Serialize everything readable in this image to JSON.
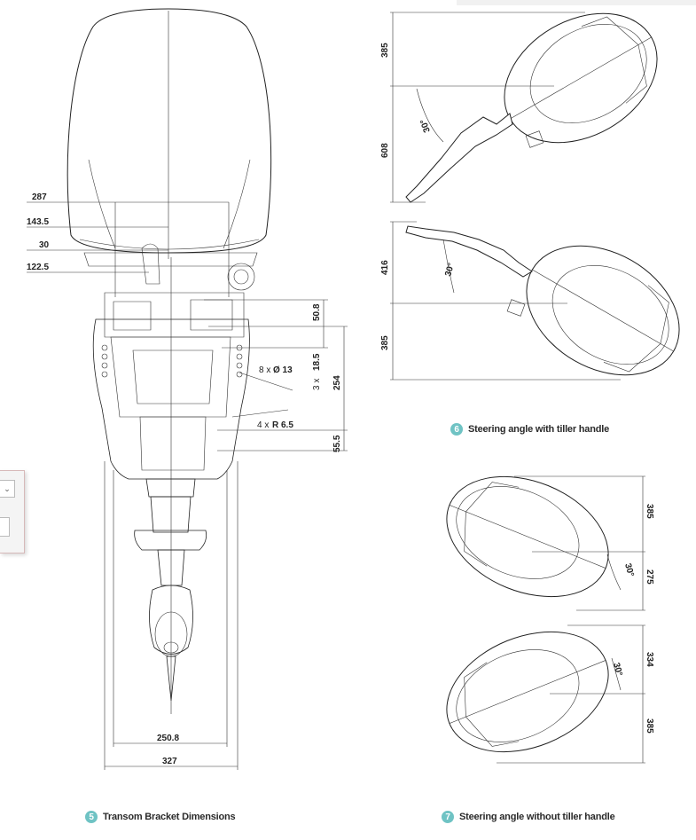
{
  "figure5": {
    "badge": "5",
    "caption": "Transom Bracket Dimensions",
    "dims": {
      "d287": "287",
      "d143": "143.5",
      "d30": "30",
      "d122": "122.5",
      "d50": "50.8",
      "d254": "254",
      "d55": "55.5",
      "d250": "250.8",
      "d327": "327",
      "holes_prefix": "8 x ",
      "holes_value": "Ø 13",
      "spacing_prefix": "3 x ",
      "spacing_value": "18.5",
      "radius_prefix": "4 x ",
      "radius_value": "R 6.5"
    }
  },
  "figure6": {
    "badge": "6",
    "caption": "Steering angle with tiller handle",
    "upper": {
      "a": "385",
      "b": "608",
      "angle": "30°"
    },
    "lower": {
      "a": "416",
      "b": "385",
      "angle": "30°"
    }
  },
  "figure7": {
    "badge": "7",
    "caption": "Steering angle without tiller handle",
    "upper": {
      "a": "385",
      "b": "275",
      "angle": "30°"
    },
    "lower": {
      "a": "334",
      "b": "385",
      "angle": "30°"
    }
  },
  "background_window": {
    "select_glyph": "⌄"
  },
  "colors": {
    "badge": "#6fc3c4",
    "lines": "#222222"
  }
}
